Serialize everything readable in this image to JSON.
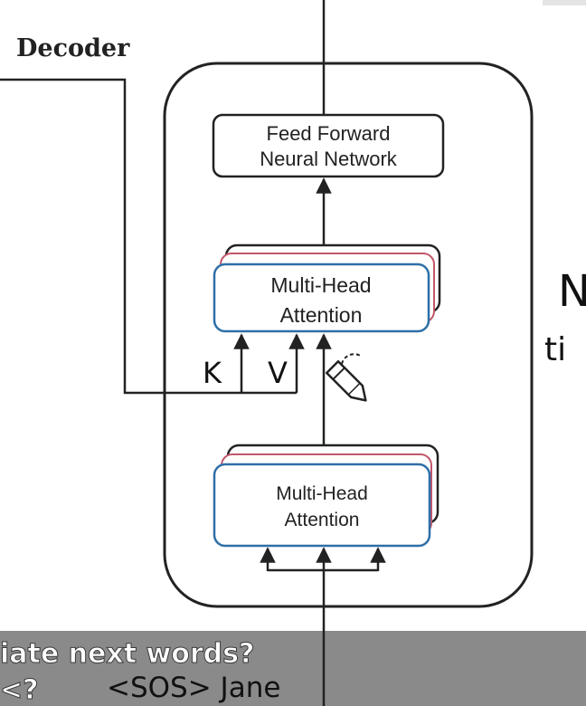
{
  "decoder_label": "Decoder",
  "ffn": {
    "line1": "Feed Forward",
    "line2": "Neural Network"
  },
  "attention_upper": {
    "line1": "Multi-Head",
    "line2": "Attention"
  },
  "attention_lower": {
    "line1": "Multi-Head",
    "line2": "Attention"
  },
  "annotations": {
    "k": "K",
    "v": "V",
    "margin_1": "N",
    "margin_2": "ti"
  },
  "caption": {
    "line1": "iate next words?",
    "line2": "<?",
    "handwritten": "<SOS> Jane"
  },
  "colors": {
    "box_border": "#222222",
    "attention_front": "#2e6fa8",
    "attention_back": "#c2566a",
    "caption_bar": "#8a8a8a",
    "caption_text": "#ffffff"
  }
}
